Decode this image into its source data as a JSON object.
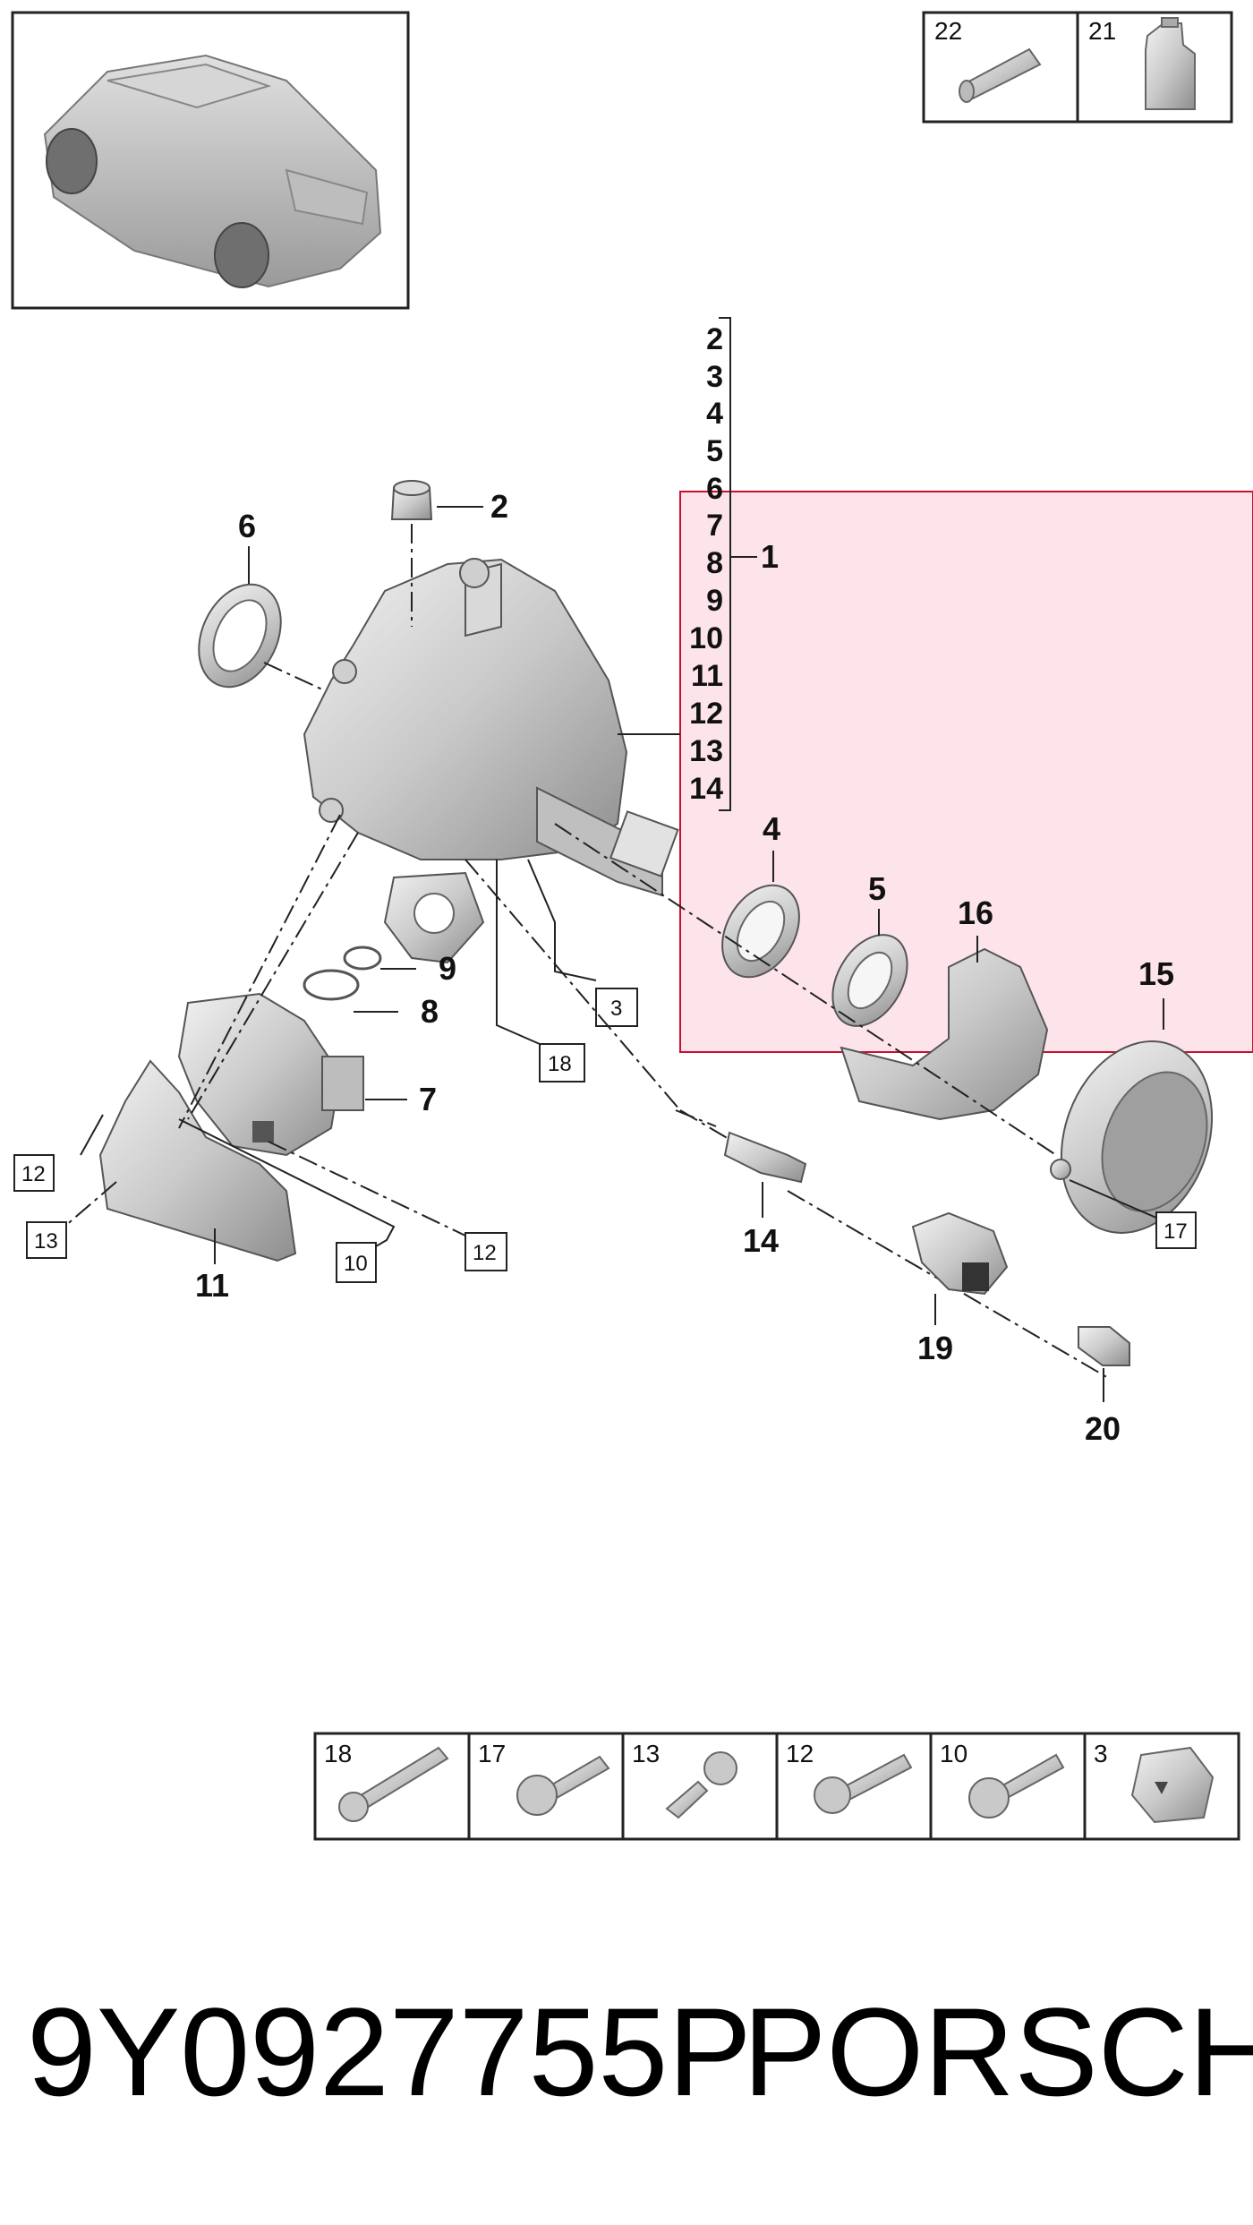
{
  "callouts": {
    "c1": "1",
    "c2": "2",
    "c4": "4",
    "c5": "5",
    "c6": "6",
    "c7": "7",
    "c8": "8",
    "c9": "9",
    "c11": "11",
    "c14": "14",
    "c15": "15",
    "c16": "16",
    "c19": "19",
    "c20": "20"
  },
  "bracket_list": [
    "2",
    "3",
    "4",
    "5",
    "6",
    "7",
    "8",
    "9",
    "10",
    "11",
    "12",
    "13",
    "14"
  ],
  "boxed_refs": {
    "b3": "3",
    "b18": "18",
    "b12a": "12",
    "b13": "13",
    "b10": "10",
    "b12b": "12",
    "b17": "17"
  },
  "top_legend": [
    "22",
    "21"
  ],
  "bottom_legend": [
    "18",
    "17",
    "13",
    "12",
    "10",
    "3"
  ],
  "footer": {
    "part_number": "9Y0927755P",
    "brand": "PORSCHE"
  },
  "colors": {
    "highlight_fill": "#fde1e8",
    "highlight_border": "#c8102e"
  }
}
